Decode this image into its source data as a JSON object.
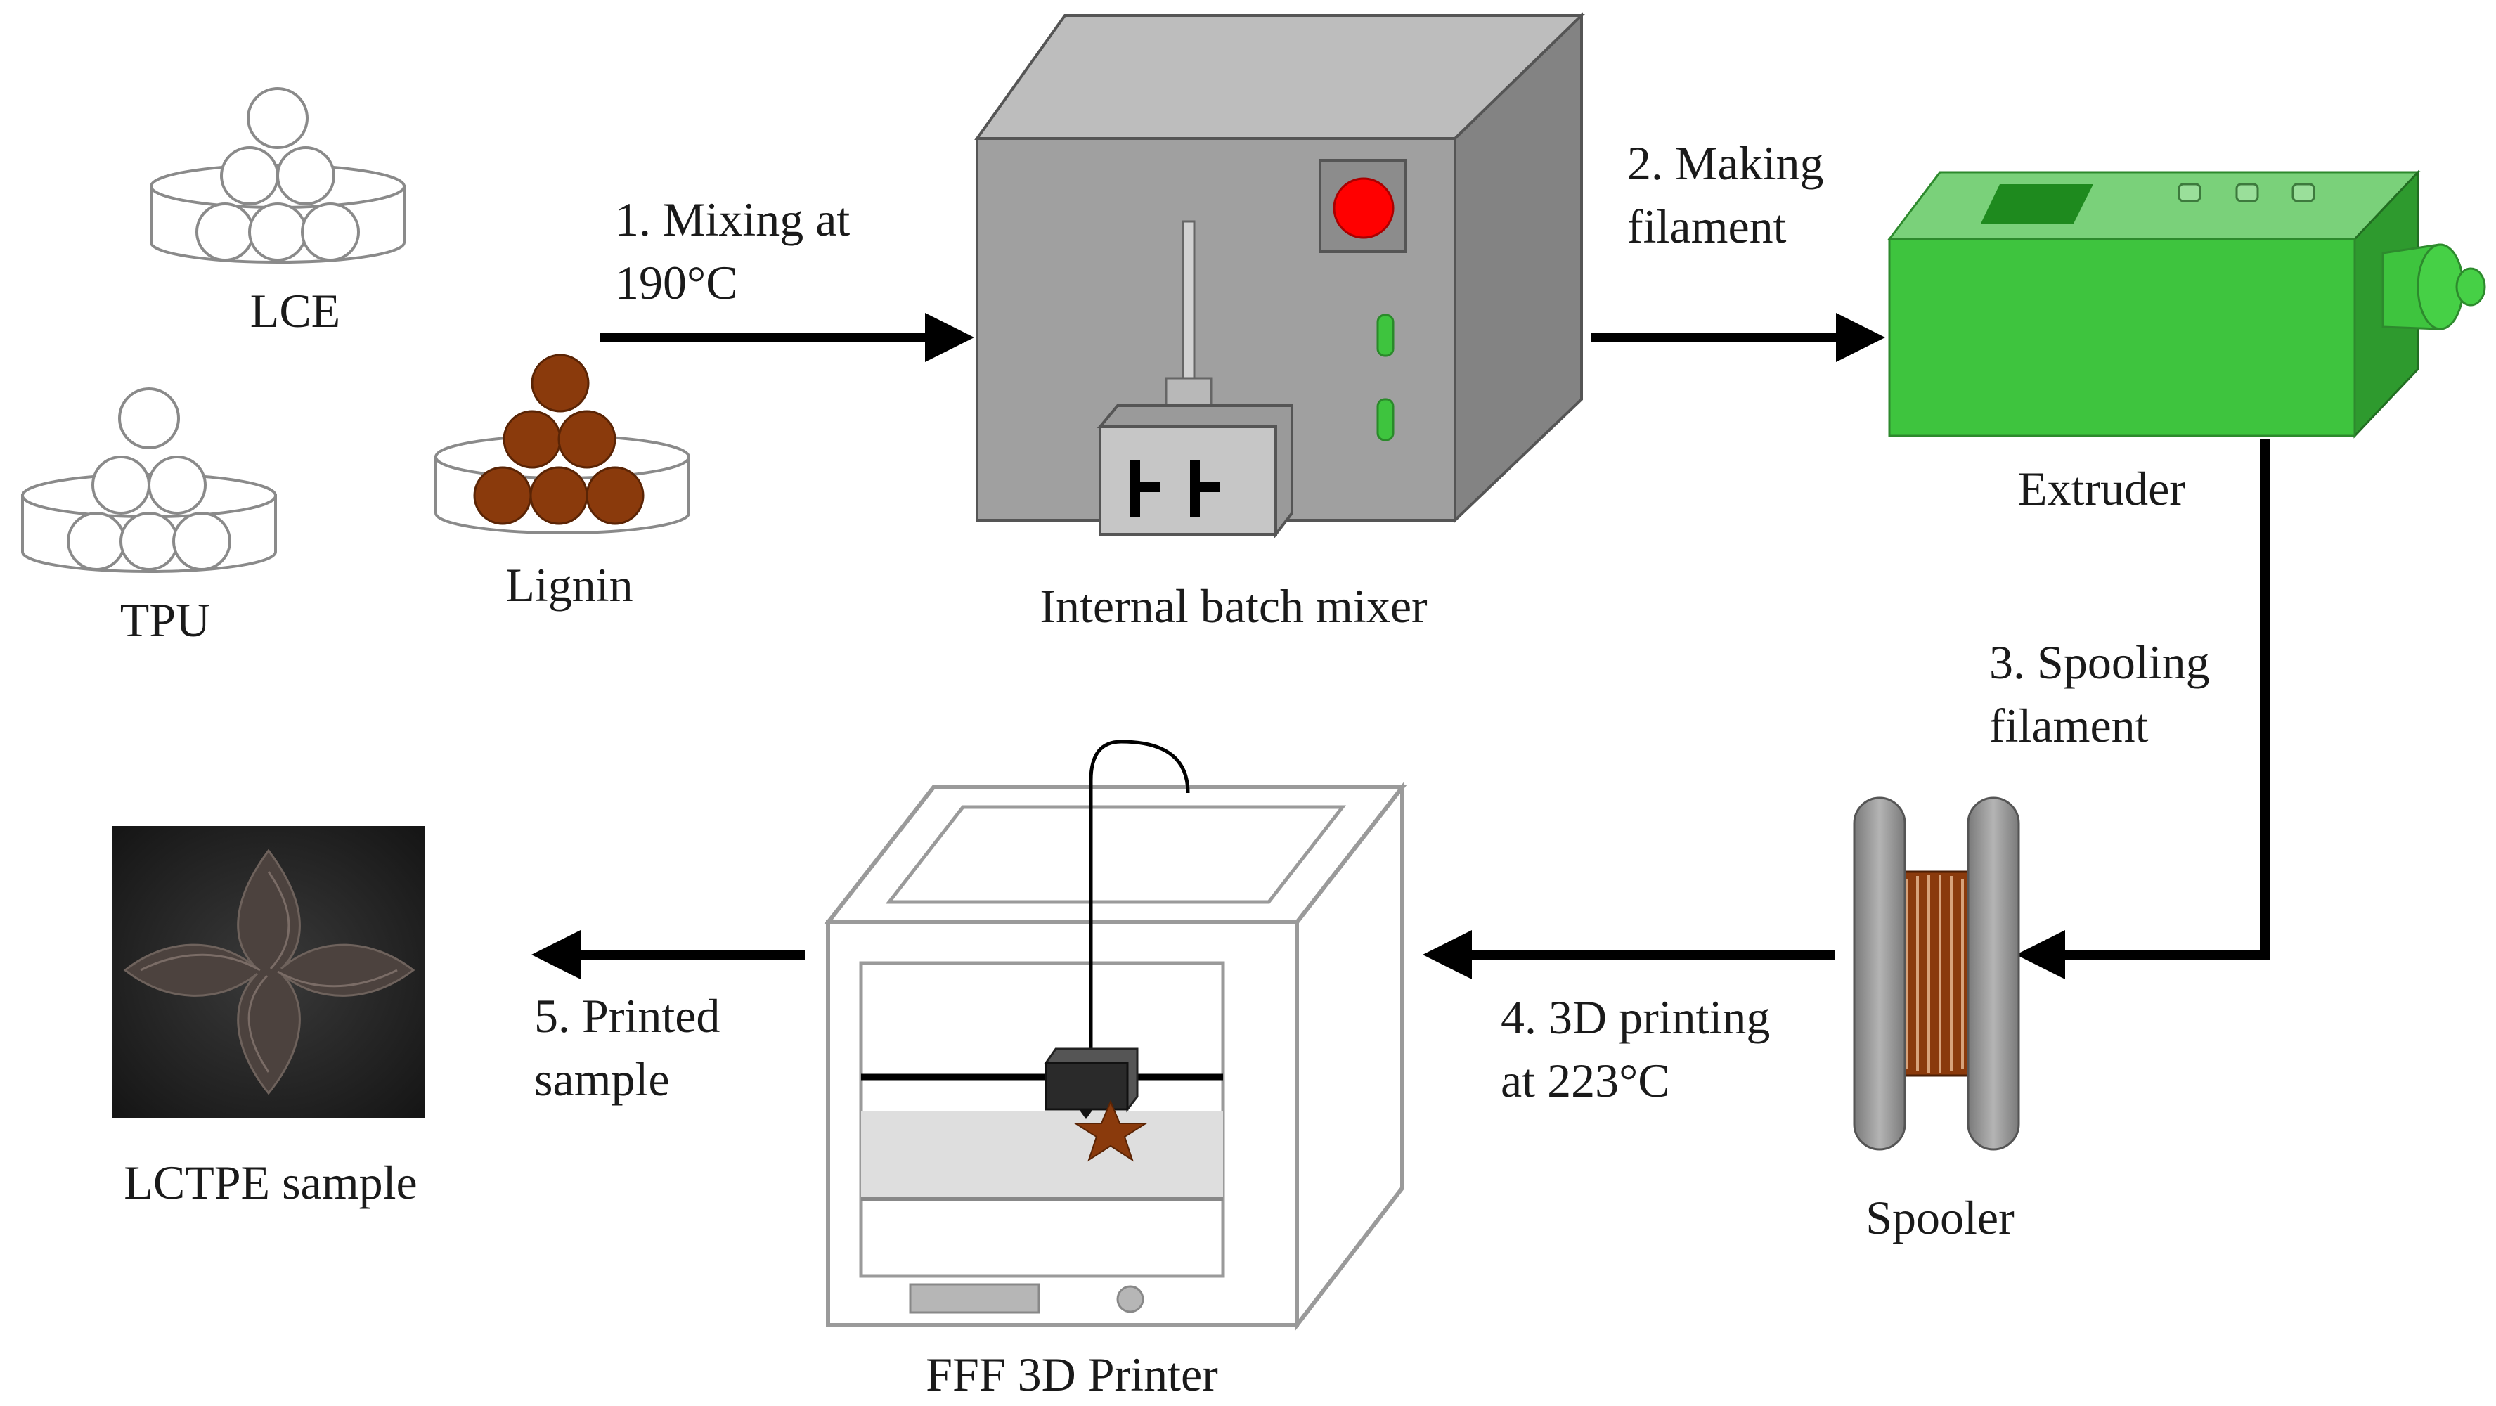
{
  "labels": {
    "lce": "LCE",
    "tpu": "TPU",
    "lignin": "Lignin",
    "mixer": "Internal batch mixer",
    "extruder": "Extruder",
    "spooler": "Spooler",
    "printer": "FFF 3D Printer",
    "sample": "LCTPE sample"
  },
  "steps": {
    "s1": {
      "line1": "1. Mixing at",
      "line2": "190°C"
    },
    "s2": {
      "line1": "2. Making",
      "line2": "filament"
    },
    "s3": {
      "line1": "3. Spooling",
      "line2": "filament"
    },
    "s4": {
      "line1": "4. 3D printing",
      "line2": "at 223°C"
    },
    "s5": {
      "line1": "5. Printed",
      "line2": "sample"
    }
  },
  "colors": {
    "lignin": "#8a3a0c",
    "mixer_front": "#9f9f9f",
    "mixer_top": "#bdbdbd",
    "mixer_side": "#828282",
    "mixer_light": "#ff0000",
    "extruder": "#3ec43e",
    "printer_star": "#8a3a0c"
  }
}
